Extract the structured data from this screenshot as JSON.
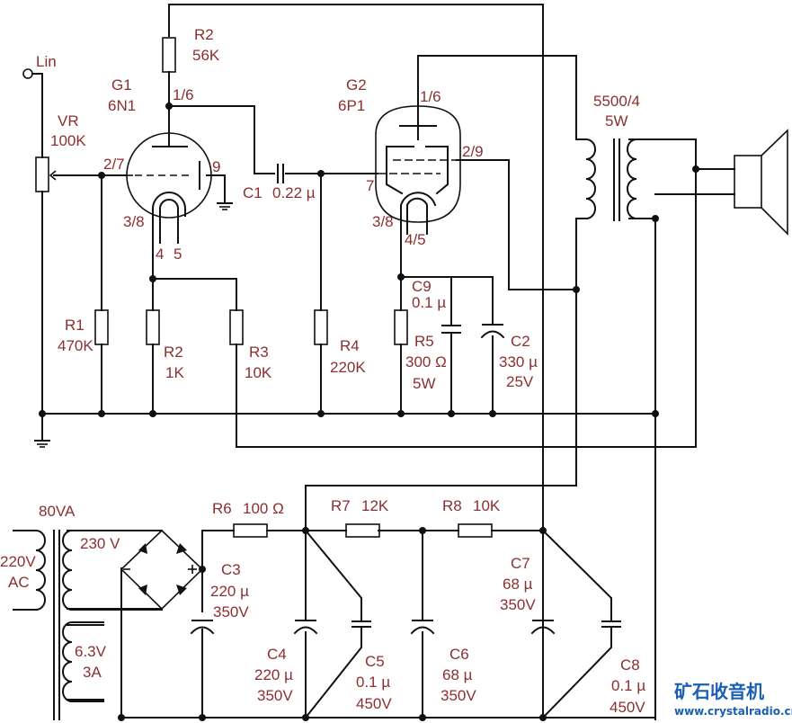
{
  "title": "6N1 + 6P1 single-ended tube amplifier schematic",
  "input": {
    "label": "Lin"
  },
  "volume": {
    "ref": "VR",
    "value": "100K"
  },
  "tube1": {
    "ref": "G1",
    "type": "6N1",
    "pins": {
      "anode": "1/6",
      "grid": "2/7",
      "cathode": "3/8",
      "heater_a": "4",
      "heater_b": "5",
      "shield": "9"
    }
  },
  "tube2": {
    "ref": "G2",
    "type": "6P1",
    "pins": {
      "anode": "1/6",
      "screen": "2/9",
      "grid": "7",
      "cathode": "3/8",
      "heater": "4/5"
    }
  },
  "output_transformer": {
    "ratio": "5500/4",
    "power": "5W"
  },
  "components": {
    "R2_top": {
      "ref": "R2",
      "value": "56K"
    },
    "C1": {
      "ref": "C1",
      "value": "0.22 µ"
    },
    "R1": {
      "ref": "R1",
      "value": "470K"
    },
    "R2_cathode": {
      "ref": "R2",
      "value": "1K"
    },
    "R3": {
      "ref": "R3",
      "value": "10K"
    },
    "R4": {
      "ref": "R4",
      "value": "220K"
    },
    "R5": {
      "ref": "R5",
      "value": "300 Ω",
      "power": "5W"
    },
    "C9": {
      "ref": "C9",
      "value": "0.1 µ"
    },
    "C2": {
      "ref": "C2",
      "value": "330 µ",
      "voltage": "25V"
    },
    "R6": {
      "ref": "R6",
      "value": "100 Ω"
    },
    "R7": {
      "ref": "R7",
      "value": "12K"
    },
    "R8": {
      "ref": "R8",
      "value": "10K"
    },
    "C3": {
      "ref": "C3",
      "value": "220 µ",
      "voltage": "350V"
    },
    "C4": {
      "ref": "C4",
      "value": "220 µ",
      "voltage": "350V"
    },
    "C5": {
      "ref": "C5",
      "value": "0.1 µ",
      "voltage": "450V"
    },
    "C6": {
      "ref": "C6",
      "value": "68 µ",
      "voltage": "350V"
    },
    "C7": {
      "ref": "C7",
      "value": "68 µ",
      "voltage": "350V"
    },
    "C8": {
      "ref": "C8",
      "value": "0.1 µ",
      "voltage": "450V"
    }
  },
  "power_transformer": {
    "rating": "80VA",
    "primary": "220V",
    "primary_type": "AC",
    "hv": "230 V",
    "heater_v": "6.3V",
    "heater_a": "3A"
  },
  "watermark": {
    "cn": "矿石收音机",
    "url": "www.crystalradio.cn"
  },
  "colors": {
    "wire": "#111111",
    "label": "#8b2f2f",
    "watermark": "#1a5fb4"
  }
}
